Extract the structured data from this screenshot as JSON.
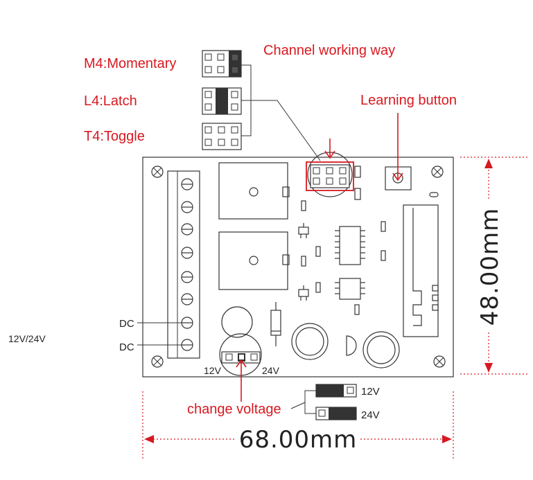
{
  "labels": {
    "m4": "M4:Momentary",
    "l4": "L4:Latch",
    "t4": "T4:Toggle",
    "channel_mode": "Channel working  way",
    "learning_button": "Learning button",
    "dc_top": "DC",
    "dc_bottom": "DC",
    "supply_voltage": "12V/24V",
    "header_12v": "12V",
    "header_24v": "24V",
    "change_voltage": "change voltage",
    "jumper_12v": "12V",
    "jumper_24v": "24V"
  },
  "dimensions": {
    "width": "68.00mm",
    "height": "48.00mm"
  },
  "colors": {
    "annotation": "#d71920",
    "line": "#333333"
  }
}
